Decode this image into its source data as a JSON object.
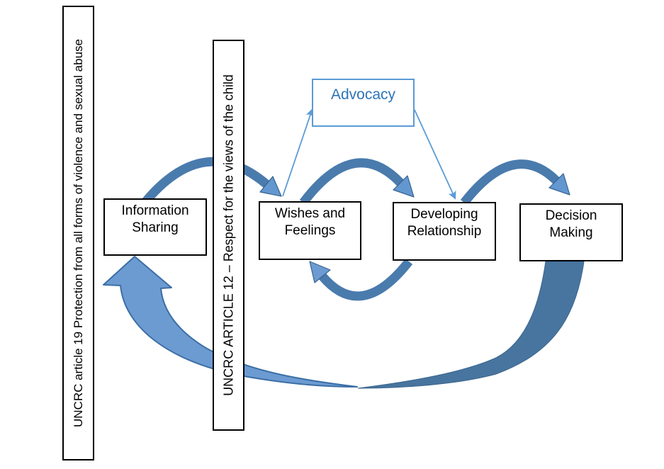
{
  "diagram": {
    "vertical_labels": {
      "article19": "UNCRC article 19 Protection from all forms of violence and sexual abuse",
      "article12": "UNCRC ARTICLE 12 – Respect for the views of the child"
    },
    "nodes": {
      "advocacy": "Advocacy",
      "information_sharing": "Information Sharing",
      "wishes_feelings": "Wishes and Feelings",
      "developing_relationship": "Developing Relationship",
      "decision_making": "Decision Making"
    },
    "connections": [
      {
        "from": "Information Sharing",
        "to": "Wishes and Feelings",
        "style": "thick-curved-arrow"
      },
      {
        "from": "Wishes and Feelings",
        "to": "Developing Relationship",
        "style": "thick-curved-arrow"
      },
      {
        "from": "Developing Relationship",
        "to": "Wishes and Feelings",
        "style": "thick-curved-arrow-loop"
      },
      {
        "from": "Developing Relationship",
        "to": "Decision Making",
        "style": "thick-curved-arrow"
      },
      {
        "from": "Decision Making",
        "to": "Information Sharing",
        "style": "large-sweep-curved-arrow"
      },
      {
        "from": "Wishes and Feelings",
        "to": "Advocacy",
        "style": "thin-line-arrow"
      },
      {
        "from": "Advocacy",
        "to": "Developing Relationship",
        "style": "thin-line-arrow"
      }
    ],
    "colors": {
      "arc_body": "#4A7BAD",
      "arc_head_fill": "#6397D0",
      "arc_head_outline": "#38648F",
      "big_arrow_fill": "#6C9BD2",
      "big_arrow_outline": "#3B6EA5",
      "dark_sweep_fill": "#47759F",
      "thin_connector": "#5B9BD5",
      "advocacy_border": "#5B9BD5",
      "advocacy_text": "#2E75B6",
      "box_border": "#000000",
      "background": "#FFFFFF"
    }
  }
}
